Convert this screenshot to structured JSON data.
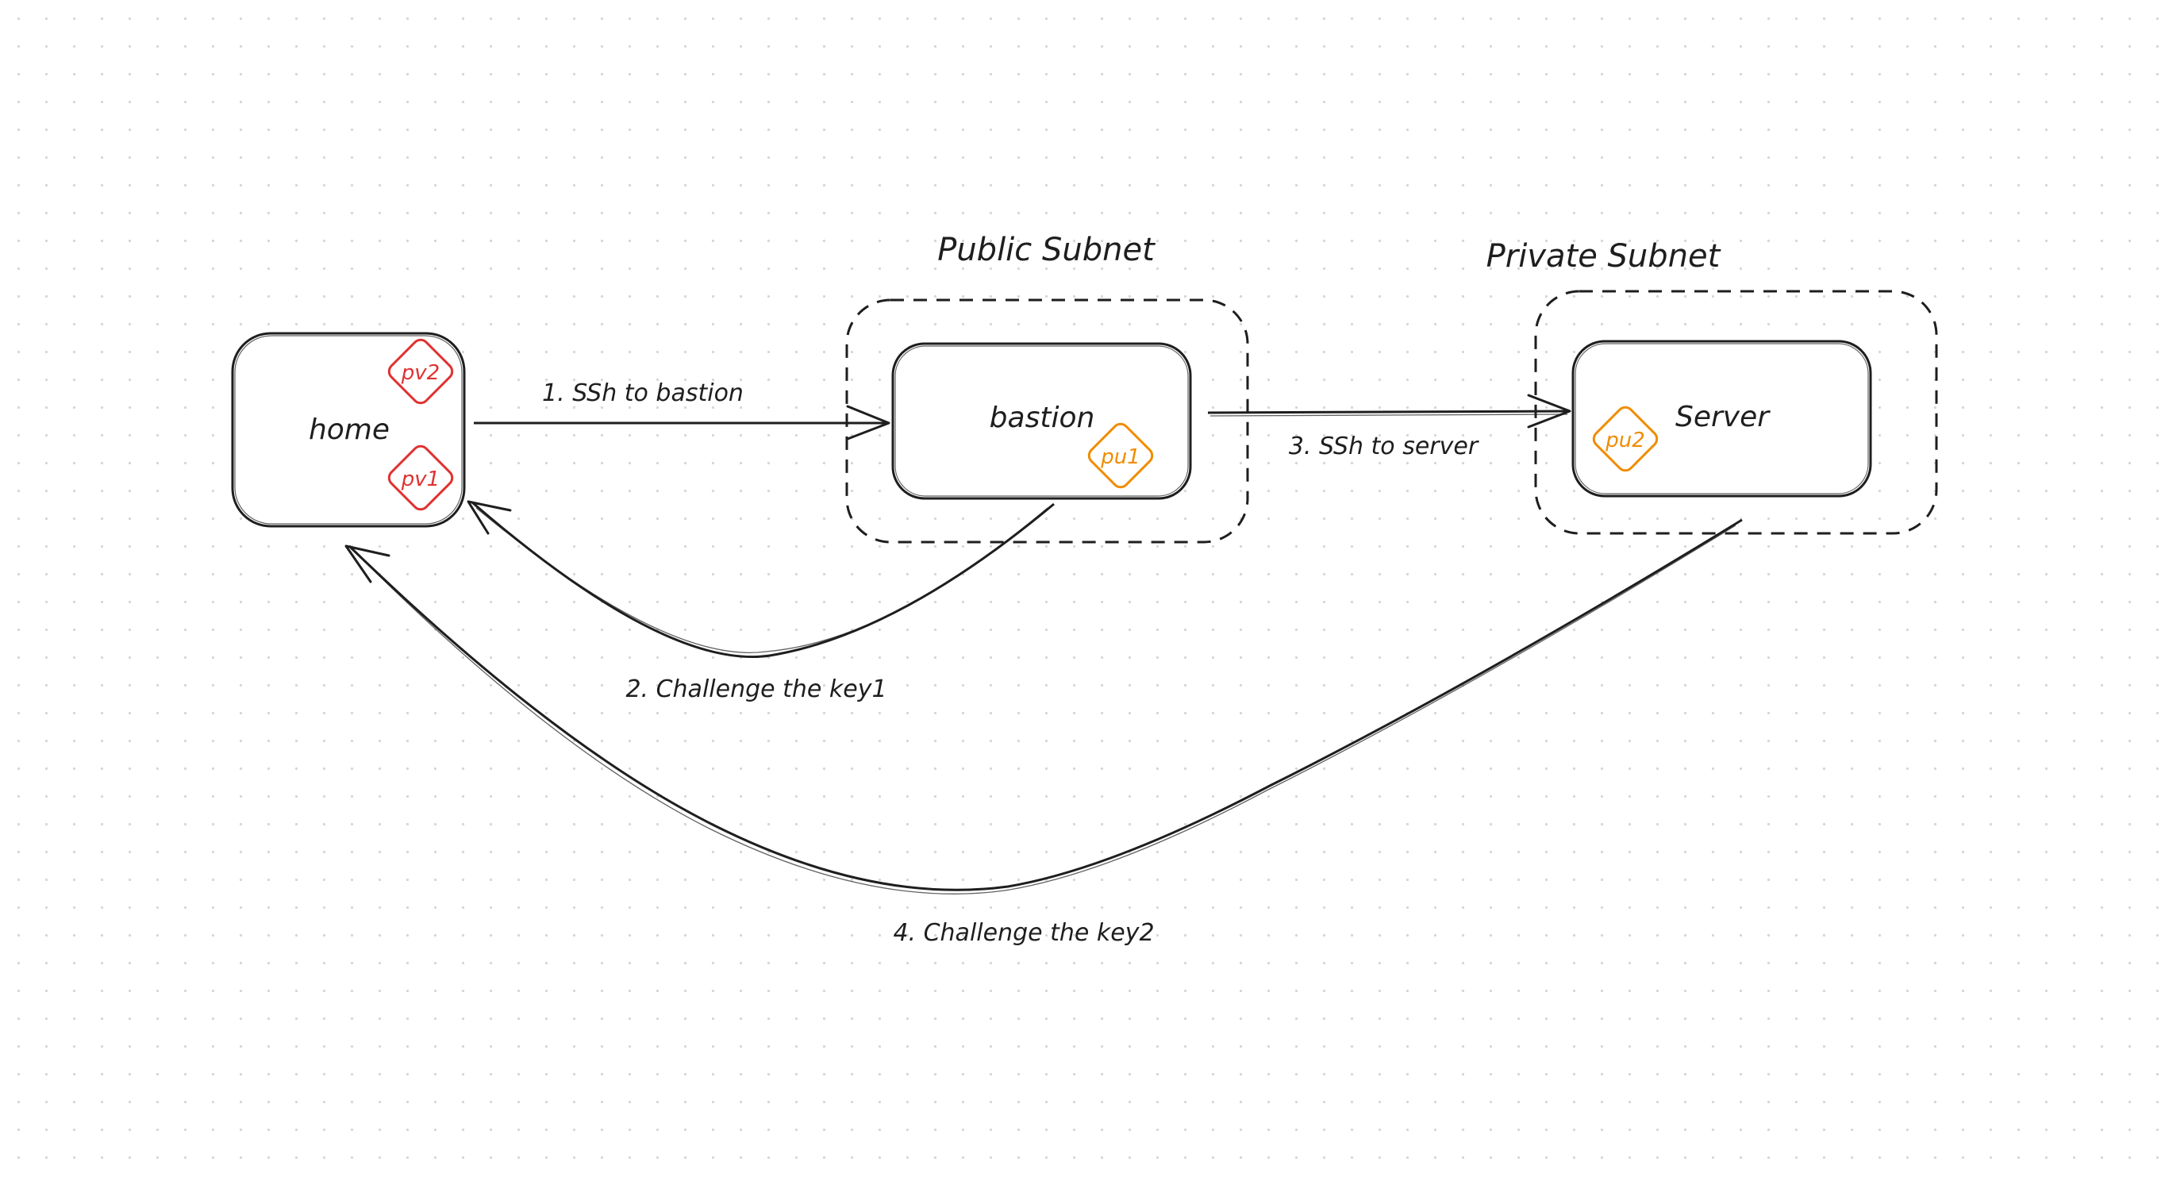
{
  "groups": {
    "public": {
      "label": "Public Subnet"
    },
    "private": {
      "label": "Private Subnet"
    }
  },
  "nodes": {
    "home": {
      "label": "home"
    },
    "bastion": {
      "label": "bastion"
    },
    "server": {
      "label": "Server"
    }
  },
  "keys": {
    "pv2": {
      "label": "pv2",
      "color": "#e03131"
    },
    "pv1": {
      "label": "pv1",
      "color": "#e03131"
    },
    "pu1": {
      "label": "pu1",
      "color": "#f08c00"
    },
    "pu2": {
      "label": "pu2",
      "color": "#f08c00"
    }
  },
  "edges": {
    "e1": {
      "label": "1. SSh to bastion"
    },
    "e2": {
      "label": "2. Challenge the key1"
    },
    "e3": {
      "label": "3. SSh to server"
    },
    "e4": {
      "label": "4. Challenge the key2"
    }
  },
  "colors": {
    "stroke": "#1e1e1e",
    "background": "#ffffff",
    "grid_dot": "#d6d6d6"
  }
}
